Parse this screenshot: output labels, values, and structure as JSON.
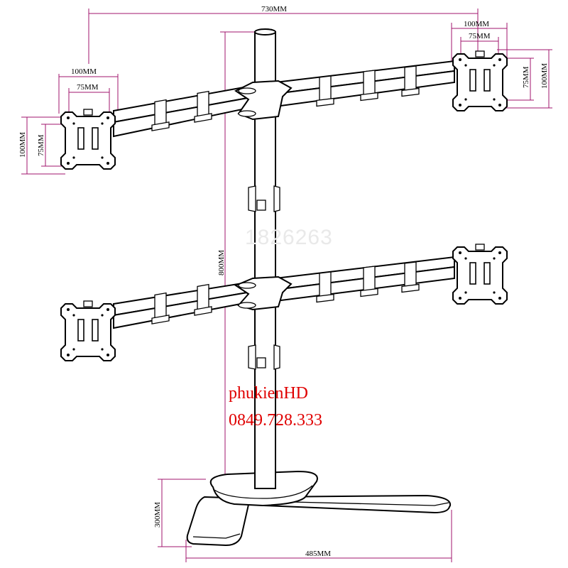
{
  "dimensions": {
    "total_width": "730MM",
    "top_right_vesa_outer": "100MM",
    "top_right_vesa_inner": "75MM",
    "right_vesa_vertical_outer": "100MM",
    "right_vesa_vertical_inner": "75MM",
    "left_vesa_outer": "100MM",
    "left_vesa_inner": "75MM",
    "left_vesa_vertical_outer": "100MM",
    "left_vesa_vertical_inner": "75MM",
    "pole_height": "800MM",
    "base_depth": "300MM",
    "base_width": "485MM"
  },
  "watermark": "1826263",
  "brand": {
    "name": "phukienHD",
    "phone": "0849.728.333"
  },
  "colors": {
    "dimension_line": "#a0146e",
    "brand_text": "#e00000",
    "watermark": "#e9e9e9"
  }
}
